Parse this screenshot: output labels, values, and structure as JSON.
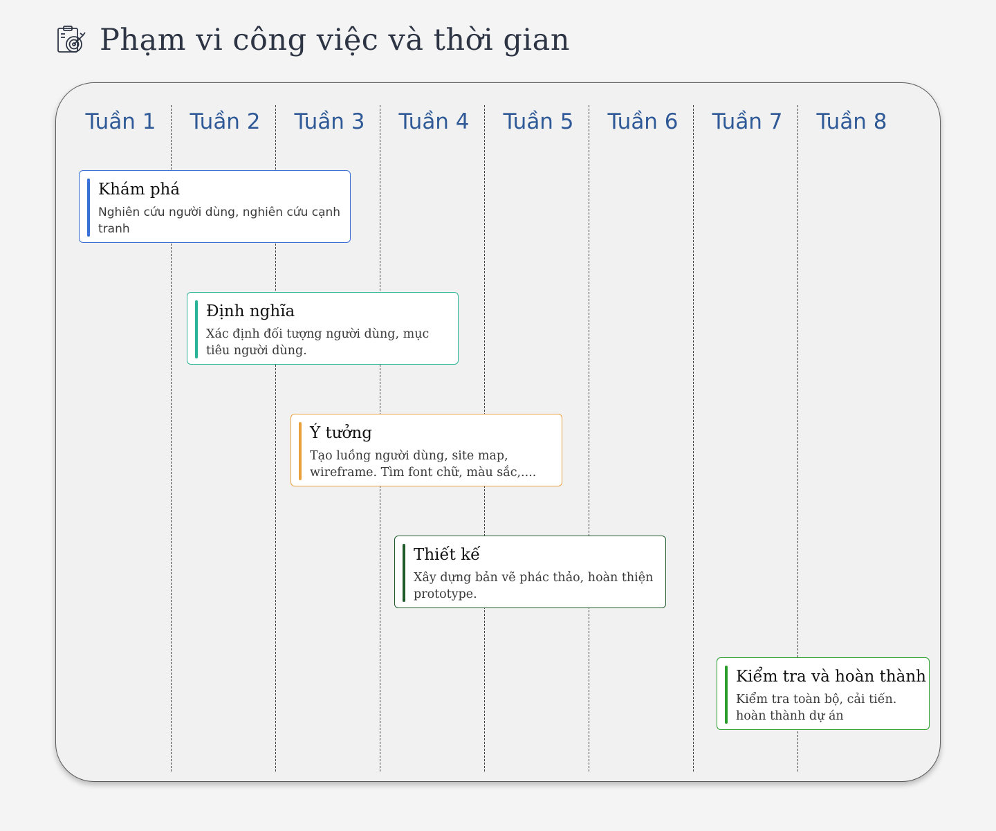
{
  "header": {
    "title": "Phạm vi công việc và thời gian",
    "icon": "clipboard-target-icon"
  },
  "weeks": [
    "Tuần 1",
    "Tuần 2",
    "Tuần 3",
    "Tuần 4",
    "Tuần 5",
    "Tuần 6",
    "Tuần 7",
    "Tuần 8"
  ],
  "phases": [
    {
      "title": "Khám phá",
      "desc": " Nghiên cứu người dùng, nghiên cứu cạnh tranh",
      "color": "#3a6fd4"
    },
    {
      "title": "Định nghĩa",
      "desc": "Xác định đối tượng người dùng, mục tiêu người dùng.",
      "color": "#2bb39a"
    },
    {
      "title": "Ý tưởng",
      "desc": "Tạo luồng người dùng, site map, wireframe. Tìm font chữ, màu sắc,....",
      "color": "#e9a23b"
    },
    {
      "title": "Thiết kế",
      "desc": "Xây dựng bản vẽ phác thảo, hoàn thiện prototype.",
      "color": "#1f5b2b"
    },
    {
      "title": "Kiểm tra và hoàn thành",
      "desc": "Kiểm tra toàn bộ, cải tiến. hoàn thành dự án",
      "color": "#2a9d2a"
    }
  ]
}
